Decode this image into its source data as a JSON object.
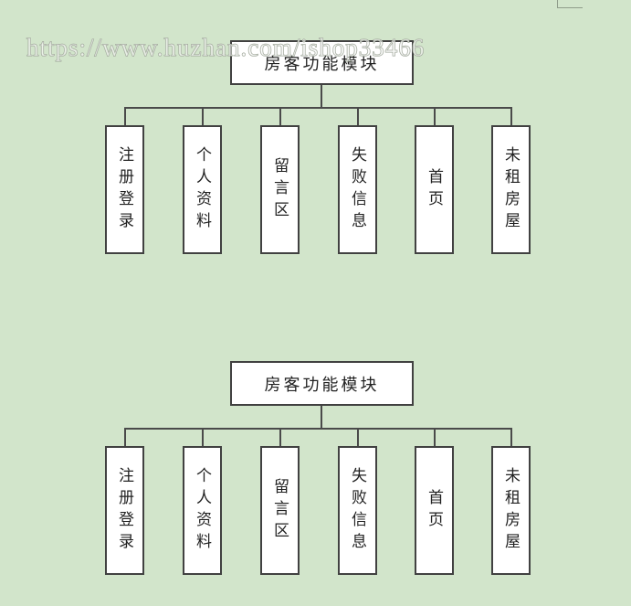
{
  "canvas": {
    "background_color": "#d2e5cb"
  },
  "watermark": {
    "text": "https://www.huzhan.com/ishop33466"
  },
  "charts": [
    {
      "root": "房客功能模块",
      "children": [
        "注册登录",
        "个人资料",
        "留言区",
        "失败信息",
        "首页",
        "未租房屋"
      ]
    },
    {
      "root": "房客功能模块",
      "children": [
        "注册登录",
        "个人资料",
        "留言区",
        "失败信息",
        "首页",
        "未租房屋"
      ]
    }
  ]
}
